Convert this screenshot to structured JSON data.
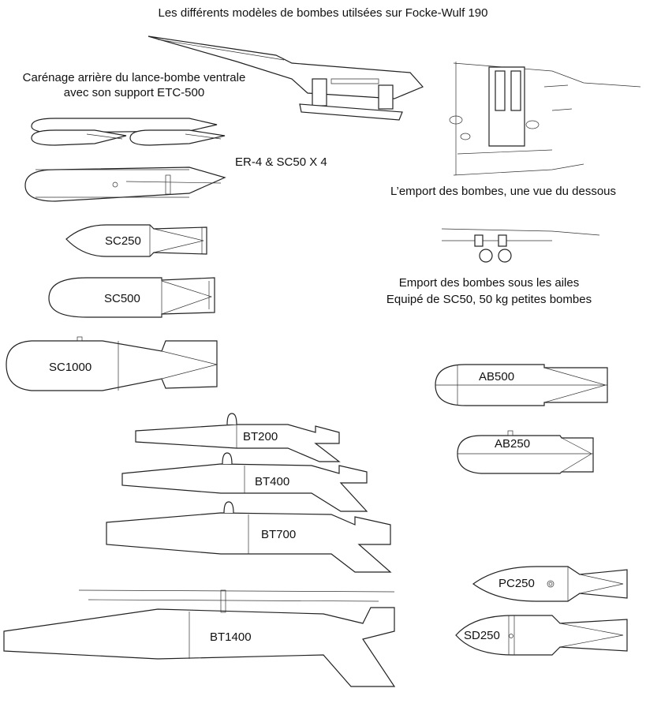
{
  "title": "Les différents modèles de bombes utilsées sur Focke-Wulf 190",
  "captions": {
    "etc500_line1": "Carénage arrière du lance-bombe ventrale",
    "etc500_line2": "avec son support ETC-500",
    "er4": "ER-4 & SC50 X 4",
    "underside": "L’emport des bombes, une vue du dessous",
    "wing_line1": "Emport des bombes sous les ailes",
    "wing_line2": "Equipé de SC50, 50 kg petites bombes"
  },
  "bombs": {
    "sc250": "SC250",
    "sc500": "SC500",
    "sc1000": "SC1000",
    "ab500": "AB500",
    "ab250": "AB250",
    "bt200": "BT200",
    "bt400": "BT400",
    "bt700": "BT700",
    "bt1400": "BT1400",
    "pc250": "PC250",
    "sd250": "SD250"
  },
  "colors": {
    "line": "#222222",
    "background": "#ffffff"
  }
}
